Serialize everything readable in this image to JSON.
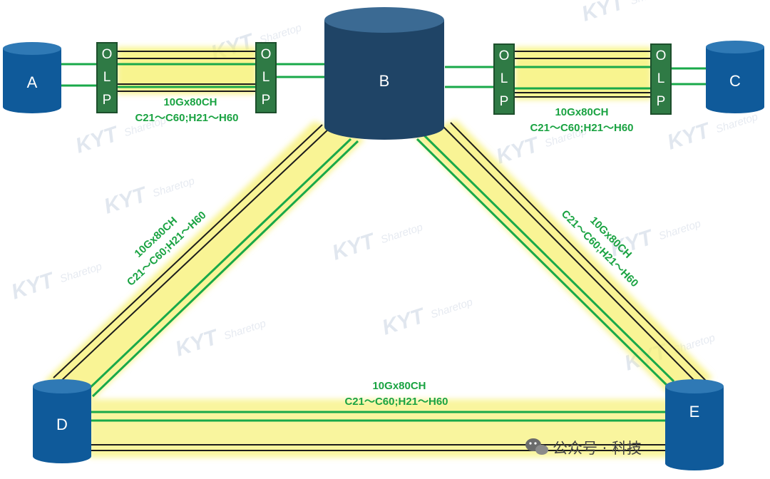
{
  "diagram": {
    "nodes": {
      "a": "A",
      "b": "B",
      "c": "C",
      "d": "D",
      "e": "E"
    },
    "olp_letters": [
      "O",
      "L",
      "P"
    ],
    "link_capacity": "10Gx80CH",
    "link_channels": "C21～C60;H21～H60",
    "colors": {
      "node_fill": "#0f5a9a",
      "node_top": "#2f79b5",
      "b_node_fill": "#1f4466",
      "olp_fill": "#2f7a45",
      "fiber_green": "#19a94a",
      "fiber_black": "#1c1c1c",
      "glow_yellow": "#f6f06a",
      "caption_green": "#1aa342"
    }
  },
  "watermark": {
    "brand": "KYT",
    "brand_sub": "Sharetop"
  },
  "footer": {
    "channel": "公众号 · 科技"
  }
}
